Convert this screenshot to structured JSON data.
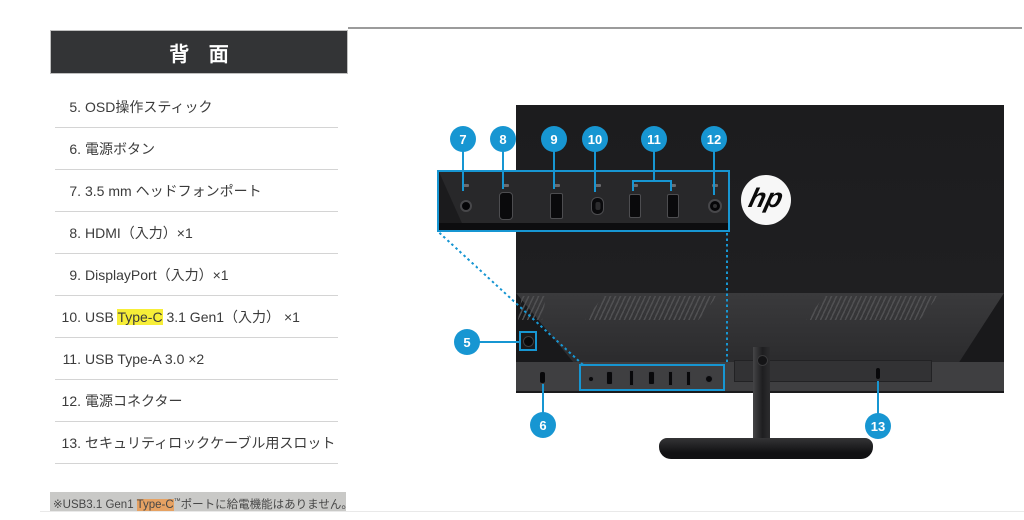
{
  "header": {
    "title": "背 面"
  },
  "port_list": {
    "items": [
      {
        "num": "5.",
        "parts": [
          {
            "text": "OSD操作スティック"
          }
        ]
      },
      {
        "num": "6.",
        "parts": [
          {
            "text": "電源ボタン"
          }
        ]
      },
      {
        "num": "7.",
        "parts": [
          {
            "text": "3.5 mm ヘッドフォンポート"
          }
        ]
      },
      {
        "num": "8.",
        "parts": [
          {
            "text": "HDMI（入力）×1"
          }
        ]
      },
      {
        "num": "9.",
        "parts": [
          {
            "text": "DisplayPort（入力）×1"
          }
        ]
      },
      {
        "num": "10.",
        "parts": [
          {
            "text": "USB "
          },
          {
            "text": "Type-C",
            "highlight": "yellow"
          },
          {
            "text": " 3.1 Gen1（入力） ×1"
          }
        ]
      },
      {
        "num": "11.",
        "parts": [
          {
            "text": "USB Type-A 3.0 ×2"
          }
        ]
      },
      {
        "num": "12.",
        "parts": [
          {
            "text": "電源コネクター"
          }
        ]
      },
      {
        "num": "13.",
        "parts": [
          {
            "text": "セキュリティロックケーブル用スロット"
          }
        ]
      }
    ]
  },
  "footnote": {
    "parts": [
      {
        "text": "※USB3.1 Gen1 "
      },
      {
        "text": "Type-C",
        "highlight": "orange"
      },
      {
        "text": "™",
        "sup": true
      },
      {
        "text": "ポートに給電機能はありません。"
      }
    ]
  },
  "diagram": {
    "brand": "hp",
    "callouts": [
      "5",
      "6",
      "7",
      "8",
      "9",
      "10",
      "11",
      "12",
      "13"
    ],
    "ports": [
      "headphone-jack",
      "hdmi",
      "displayport",
      "usb-c",
      "usb-a",
      "usb-a",
      "power"
    ]
  },
  "colors": {
    "accent": "#1796d2",
    "highlight_yellow": "#f7ee38",
    "highlight_orange": "#e6a263",
    "footnote_bg": "#c9c9c7",
    "header_bg": "#333436"
  }
}
